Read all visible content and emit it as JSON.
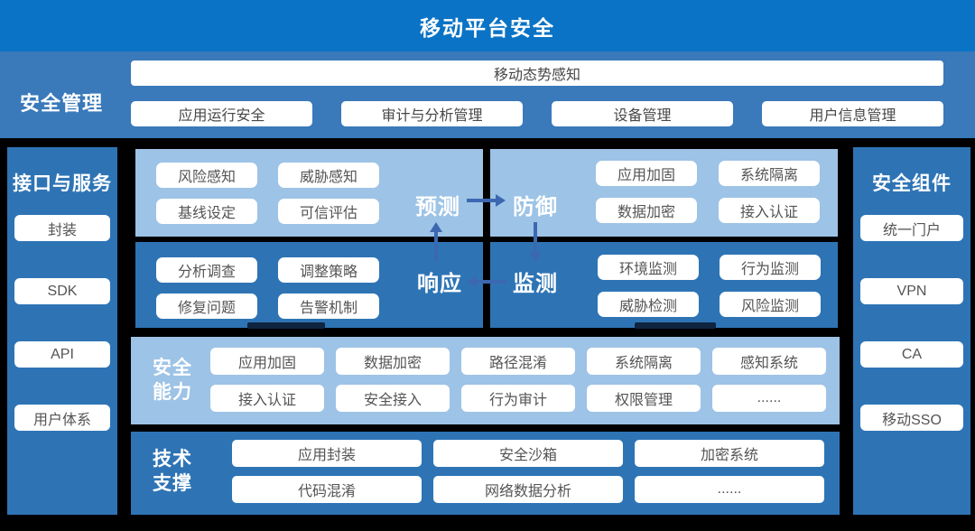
{
  "title": "移动平台安全",
  "management": {
    "label": "安全管理",
    "banner": "移动态势感知",
    "items": [
      "应用运行安全",
      "审计与分析管理",
      "设备管理",
      "用户信息管理"
    ]
  },
  "interfaces": {
    "title": "接口与服务",
    "items": [
      "封装",
      "SDK",
      "API",
      "用户体系"
    ]
  },
  "components": {
    "title": "安全组件",
    "items": [
      "统一门户",
      "VPN",
      "CA",
      "移动SSO"
    ]
  },
  "quadrants": {
    "predict": {
      "label": "预测",
      "items": [
        "风险感知",
        "威胁感知",
        "基线设定",
        "可信评估"
      ]
    },
    "defense": {
      "label": "防御",
      "items": [
        "应用加固",
        "系统隔离",
        "数据加密",
        "接入认证"
      ]
    },
    "response": {
      "label": "响应",
      "items": [
        "分析调查",
        "调整策略",
        "修复问题",
        "告警机制"
      ]
    },
    "monitor": {
      "label": "监测",
      "items": [
        "环境监测",
        "行为监测",
        "威胁检测",
        "风险监测"
      ]
    }
  },
  "capability": {
    "label": "安全能力",
    "items": [
      "应用加固",
      "数据加密",
      "路径混淆",
      "系统隔离",
      "感知系统",
      "接入认证",
      "安全接入",
      "行为审计",
      "权限管理",
      "......"
    ]
  },
  "support": {
    "label": "技术支撑",
    "items": [
      "应用封装",
      "安全沙箱",
      "加密系统",
      "代码混淆",
      "网络数据分析",
      "......"
    ]
  },
  "colors": {
    "header_blue": "#0a73c5",
    "band_blue": "#3a79ba",
    "panel_blue": "#2e74b5",
    "panel_light_blue": "#9dc3e6",
    "background_black": "#000000",
    "arrow_blue": "#3c68b1",
    "button_text": "#545454"
  }
}
